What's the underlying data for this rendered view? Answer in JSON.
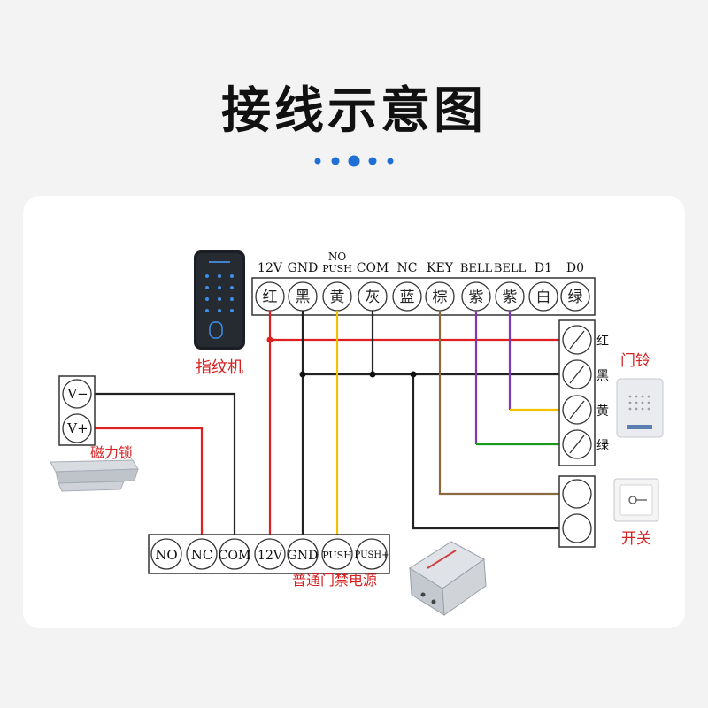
{
  "title": "接线示意图",
  "accent_color": "#1f6fd6",
  "wire_colors": {
    "red": "#e02020",
    "black": "#222222",
    "yellow": "#f2c200",
    "purple": "#7a3bb0",
    "brown": "#8a6a40",
    "green": "#1a9a1a"
  },
  "reader": {
    "label": "指纹机",
    "terminals": [
      {
        "top": "12V",
        "color": "红"
      },
      {
        "top": "GND",
        "color": "黑"
      },
      {
        "top_line1": "NO",
        "top": "PUSH",
        "color": "黄"
      },
      {
        "top": "COM",
        "color": "灰"
      },
      {
        "top": "NC",
        "color": "蓝"
      },
      {
        "top": "KEY",
        "color": "棕"
      },
      {
        "top": "BELL",
        "color": "紫"
      },
      {
        "top": "BELL",
        "color": "紫"
      },
      {
        "top": "D1",
        "color": "白"
      },
      {
        "top": "D0",
        "color": "绿"
      }
    ]
  },
  "lock": {
    "label": "磁力锁",
    "terminals": [
      "V−",
      "V+"
    ]
  },
  "doorbell": {
    "label": "门铃",
    "wire_labels": [
      "红",
      "黑",
      "黄",
      "绿"
    ]
  },
  "switch": {
    "label": "开关"
  },
  "power": {
    "label": "普通门禁电源",
    "terminals": [
      "NO",
      "NC",
      "COM",
      "12V",
      "GND",
      "PUSH",
      "PUSH+"
    ]
  }
}
